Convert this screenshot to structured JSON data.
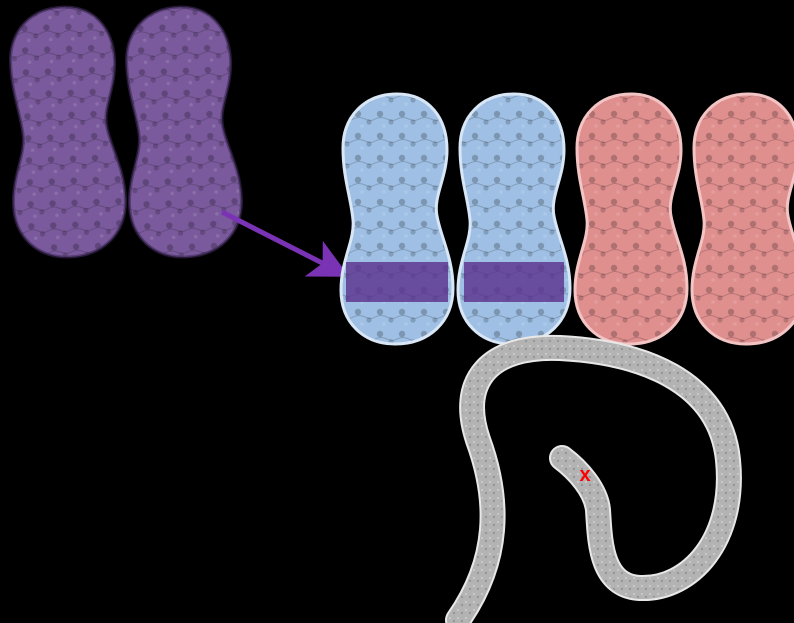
{
  "colors": {
    "background": "#000000",
    "purple_fill": "#7a5a9c",
    "purple_dark": "#3e2a58",
    "blue_fill": "#9fc0e4",
    "blue_dark": "#6b93c4",
    "red_fill": "#e08f8f",
    "red_dark": "#b85e5e",
    "band": "#5a2f8c",
    "arrow": "#7a33b5",
    "worm_fill": "#b3b3b3",
    "worm_edge": "#e8e8e8",
    "marker": "#ff0000"
  },
  "diagram": {
    "parent_peanuts": [
      "purple-peanut",
      "purple-peanut"
    ],
    "offspring_peanuts": [
      "blue-peanut-banded",
      "blue-peanut-banded",
      "red-peanut",
      "red-peanut"
    ],
    "arrow_icon": "arrow-right-icon",
    "organism_icon": "nematode-icon",
    "marker_label": "x"
  }
}
